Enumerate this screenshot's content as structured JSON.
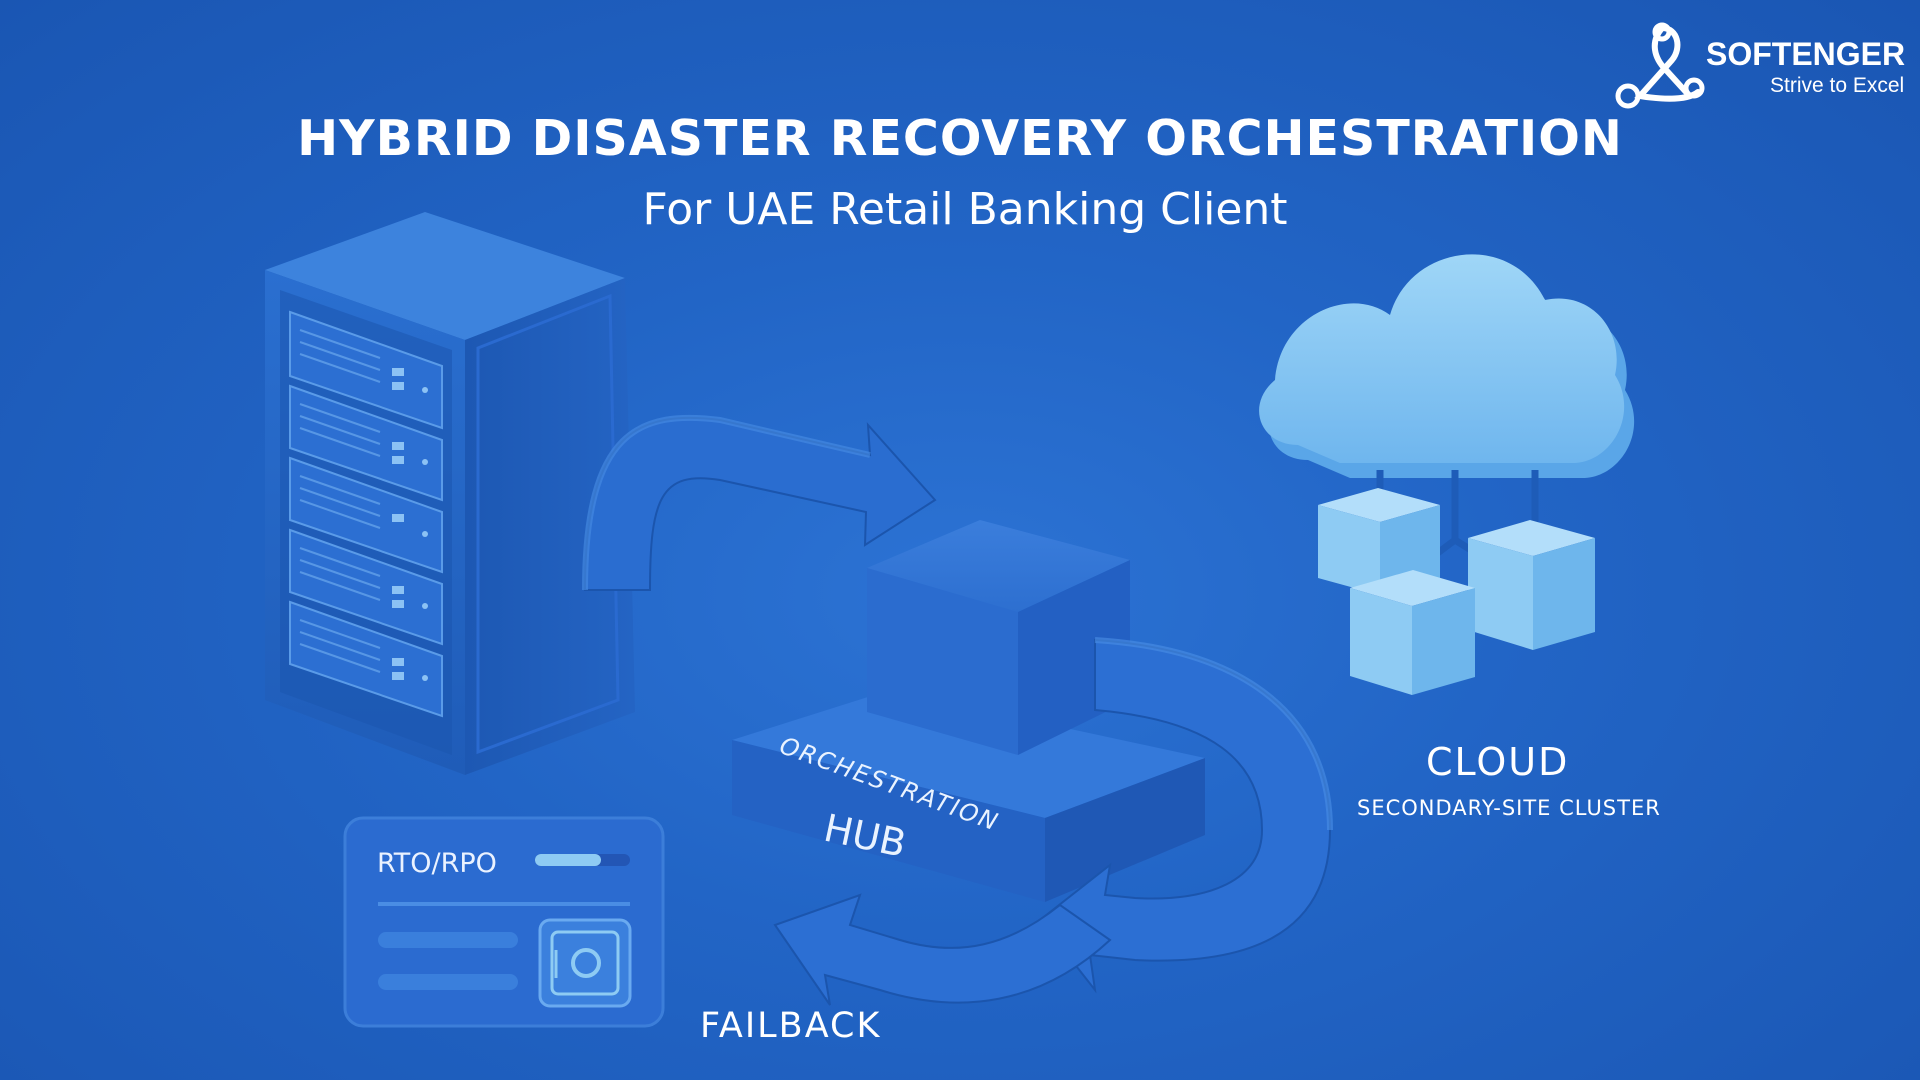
{
  "header": {
    "title": "HYBRID DISASTER RECOVERY ORCHESTRATION",
    "subtitle": "For UAE Retail Banking Client"
  },
  "brand": {
    "name": "SOFTENGER",
    "tagline": "Strive to Excel"
  },
  "hub": {
    "label_top": "ORCHESTRATION",
    "label_bottom": "HUB"
  },
  "cloud": {
    "title": "CLOUD",
    "subtitle": "SECONDARY-SITE CLUSTER"
  },
  "failback": {
    "label": "FAILBACK"
  },
  "rto_card": {
    "label": "RTO/RPO"
  },
  "colors": {
    "background": "#2265c6",
    "accent_light": "#8ecbf3",
    "text": "#ffffff"
  }
}
